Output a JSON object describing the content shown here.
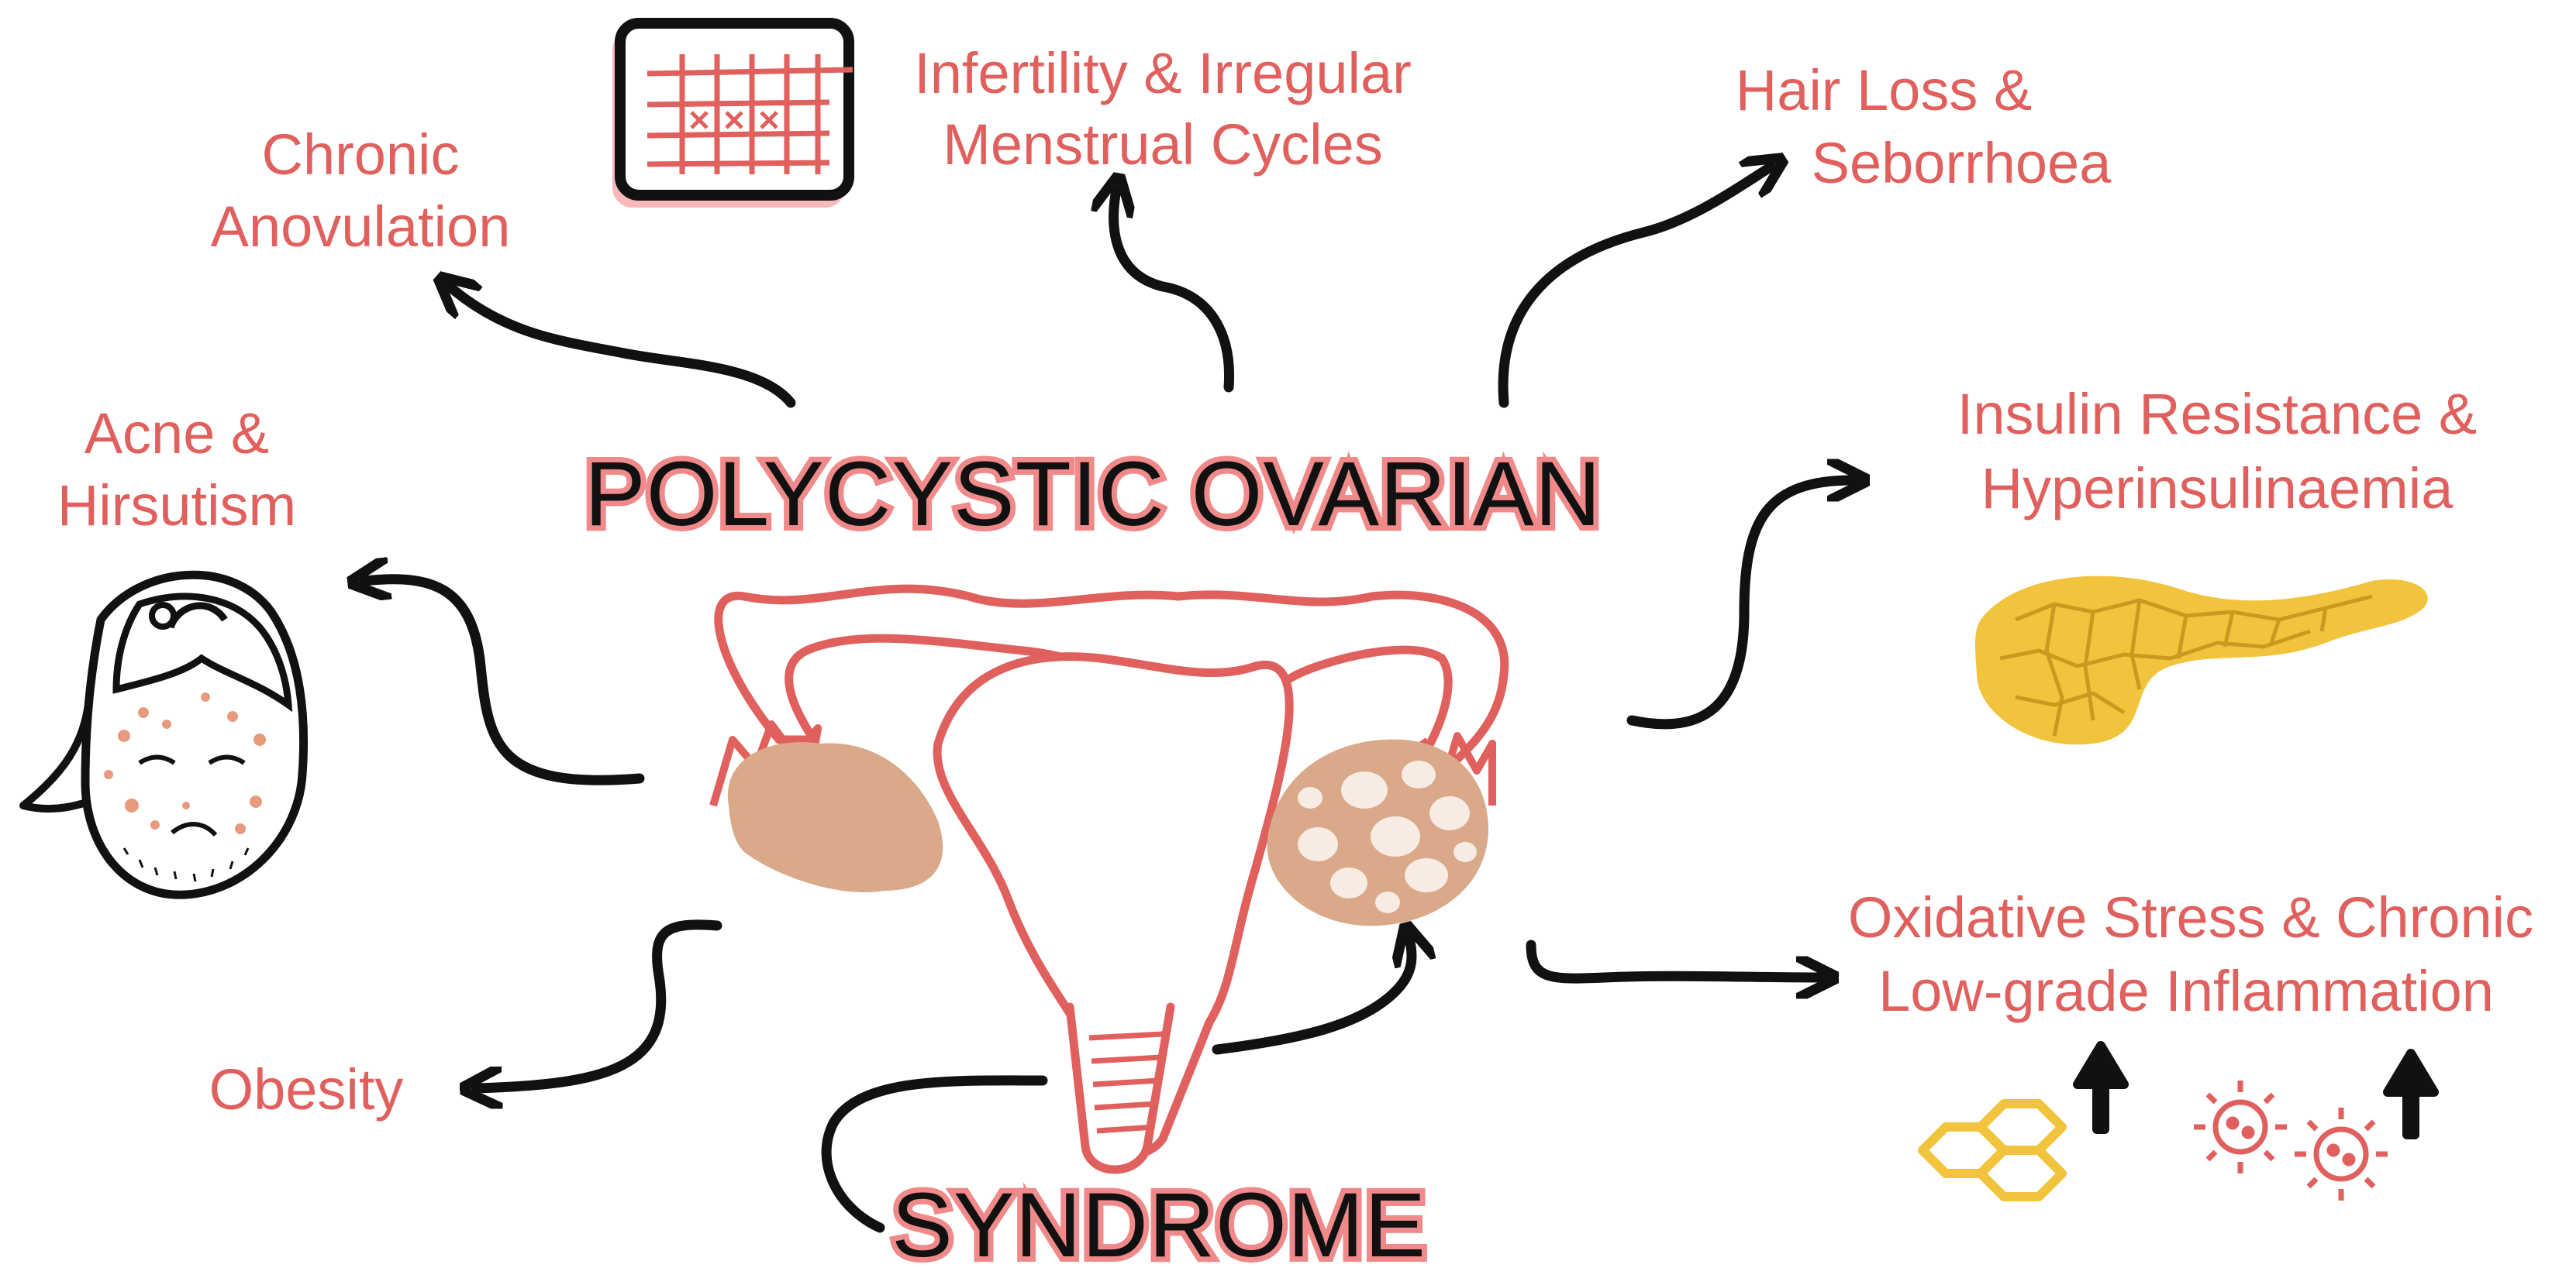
{
  "title": {
    "line1": "POLYCYSTIC OVARIAN",
    "line2": "SYNDROME"
  },
  "labels": {
    "chronic_anovulation": [
      "Chronic",
      "Anovulation"
    ],
    "infertility": [
      "Infertility & Irregular",
      "Menstrual Cycles"
    ],
    "hair_loss": [
      "Hair Loss &",
      "Seborrhoea"
    ],
    "acne": [
      "Acne &",
      "Hirsutism"
    ],
    "insulin": [
      "Insulin Resistance &",
      "Hyperinsulinaemia"
    ],
    "obesity": [
      "Obesity"
    ],
    "oxidative": [
      "Oxidative Stress & Chronic",
      "Low-grade Inflammation"
    ]
  },
  "icons": {
    "calendar": "calendar-icon",
    "face": "acne-face-icon",
    "pancreas": "pancreas-icon",
    "fat_cells": "adipocyte-icon",
    "virus": "inflammation-virus-icon",
    "uterus": "uterus-ovaries-illustration"
  },
  "colors": {
    "label": "#e0605e",
    "arrow": "#111111",
    "title_outline": "#f08a8a",
    "ovary": "#d9a98a",
    "pancreas": "#f2c43d"
  }
}
